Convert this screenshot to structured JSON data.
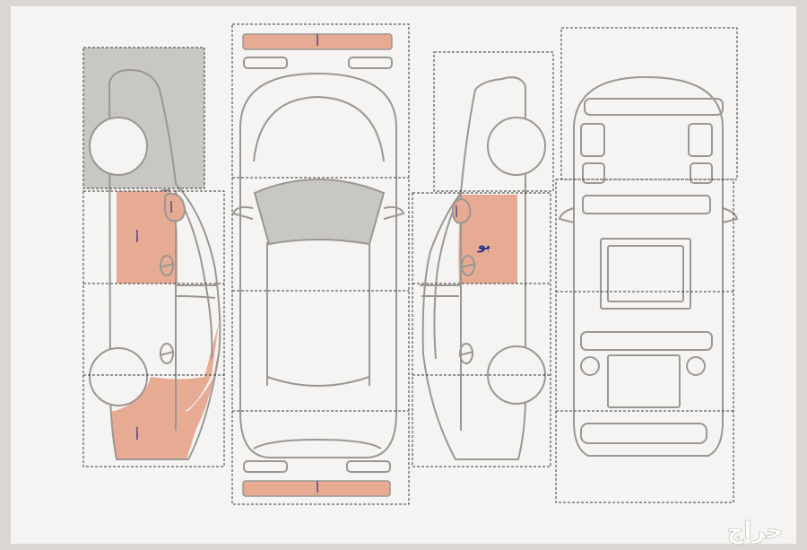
{
  "colors": {
    "paper": "#f6f4f2",
    "line": "#9a9794",
    "damage": "#e7ab94",
    "shaded": "#c9c7c4",
    "label_text": "#2a2f8a",
    "dash": "#3a3a3a"
  },
  "icons": {
    "door_handle": "door-handle-icon",
    "wheel": "wheel-icon",
    "mirror": "side-mirror-icon"
  },
  "views": {
    "left_side": {
      "front_door_label": "أ",
      "rear_quarter_label": "أ",
      "mirror_label": "أ"
    },
    "top": {
      "front_bumper_label": "أ",
      "rear_bumper_label": "أ"
    },
    "right_side": {
      "front_door_label": "بو",
      "mirror_label": "أ"
    },
    "underside": {}
  },
  "watermark": {
    "text": "حراج"
  }
}
